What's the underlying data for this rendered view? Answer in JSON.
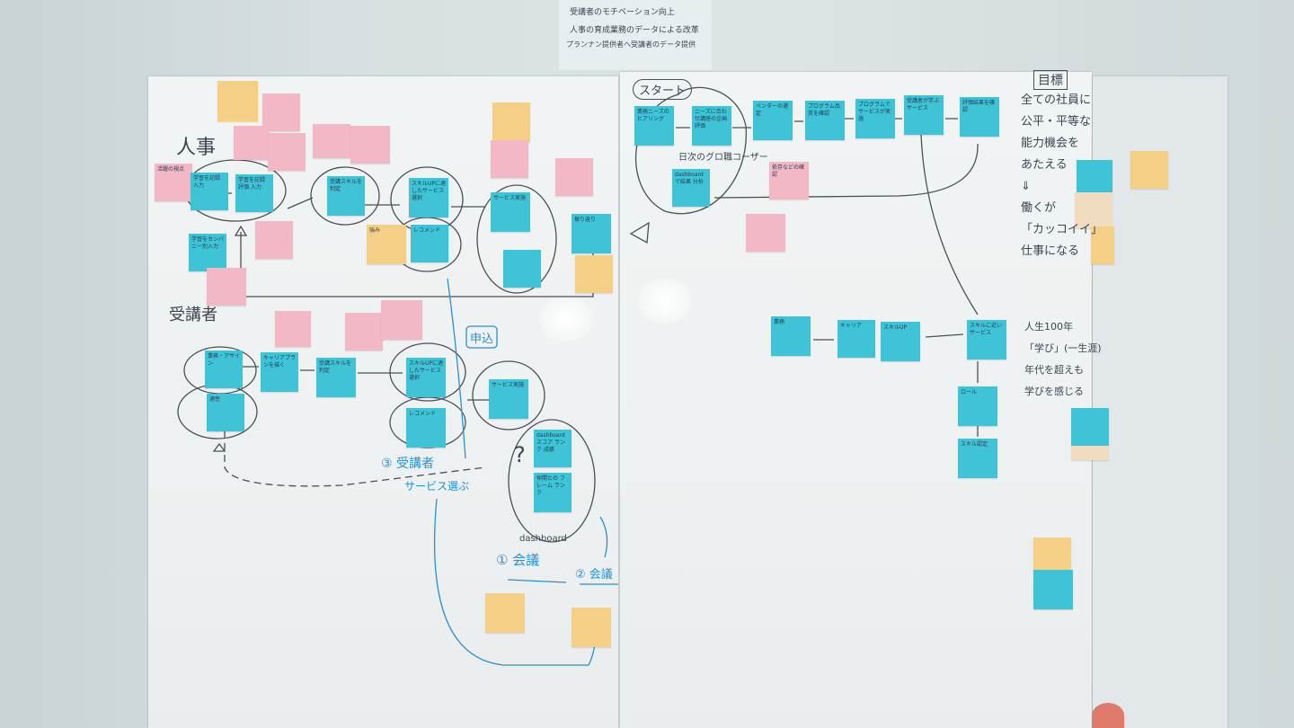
{
  "colors": {
    "cyan": "#3ec4d6",
    "pink": "#f3b8c6",
    "yellow": "#f5cf86",
    "beige": "#f1dcc0",
    "ink": "#3c4450",
    "marker_blue": "#2a8fd0"
  },
  "top_paper": {
    "lines": [
      "受講者のモチベーション向上",
      "人事の育成業務のデータによる改革",
      "プランナン提供者へ受講者のデータ提供"
    ]
  },
  "left_board": {
    "section_hr": "人事",
    "section_learner": "受講者",
    "apply_label": "申込",
    "step3_label": "③ 受講者",
    "step3_sub": "サービス選ぶ",
    "dashboard_label": "dashboard",
    "step1_label": "① 会議",
    "step2_label": "② 会議",
    "question_mark": "?"
  },
  "right_board": {
    "start_label": "スタート",
    "loop_label": "日次のグロ職コーザー"
  },
  "goal": {
    "title": "目標",
    "lines": [
      "全ての社員に",
      "公平・平等な",
      "能力機会を",
      "あたえる",
      "⇓",
      "働くが",
      "「カッコイイ」",
      "仕事になる"
    ]
  },
  "life": {
    "lines": [
      "人生100年",
      "「学び」(一生涯)",
      "年代を超えも",
      "学びを感じる"
    ]
  },
  "notes": [
    "活躍の視点",
    "学習を記録 入力",
    "学習を記録 評価 入力",
    "学習をカンパニー別入力",
    "受講スキルを判定",
    "強み",
    "スキルUPに適したサービス選択",
    "レコメンド",
    "サービス実施",
    "振り返り",
    "業務・アサイン",
    "適性",
    "キャリアプランを描く",
    "受講スキルを判定",
    "スキルUPに適したサービス選択",
    "レコメンド",
    "サービス実施",
    "dashboardスコア ランク 成績",
    "仲間との フレーム ランク",
    "業務ニーズのヒアリング",
    "ニーズに合わせ講座の企画 評価",
    "ベンダーの選定",
    "プログラム品質を確認",
    "プログラムでサービスが実施",
    "受講者が学ぶサービス",
    "評価結果を確認",
    "dashboardで結果 分析",
    "依存などの確認",
    "業務",
    "キャリア",
    "スキルUP",
    "スキルに近いサービス",
    "ロール",
    "スキル認定"
  ]
}
